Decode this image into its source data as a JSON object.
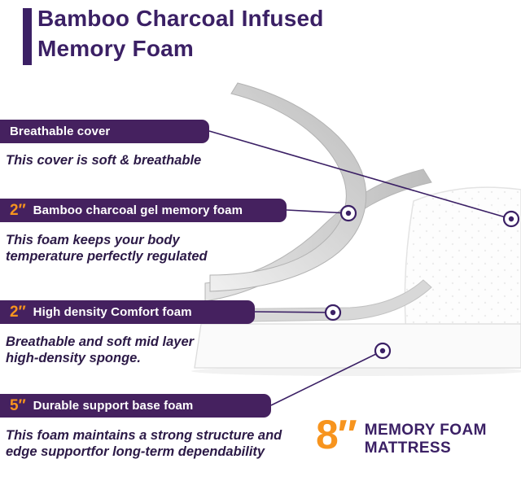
{
  "colors": {
    "purple": "#3B2065",
    "pill_purple": "#45215F",
    "orange": "#F7941E"
  },
  "title": {
    "line1": "Bamboo Charcoal Infused",
    "line2": "Memory Foam"
  },
  "layers": [
    {
      "size": "",
      "label": "Breathable cover",
      "desc": [
        "This cover is soft & breathable"
      ]
    },
    {
      "size": "2″",
      "label": "Bamboo charcoal gel  memory foam",
      "desc": [
        "This foam keeps your body",
        "temperature perfectly regulated"
      ]
    },
    {
      "size": "2″",
      "label": "High density Comfort foam",
      "desc": [
        "Breathable and soft mid layer",
        "high-density sponge."
      ]
    },
    {
      "size": "5″",
      "label": "Durable support base foam",
      "desc": [
        "This foam maintains a strong structure and",
        "edge supportfor long-term dependability"
      ]
    }
  ],
  "badge": {
    "size": "8″",
    "line1": "MEMORY FOAM",
    "line2": "MATTRESS"
  }
}
